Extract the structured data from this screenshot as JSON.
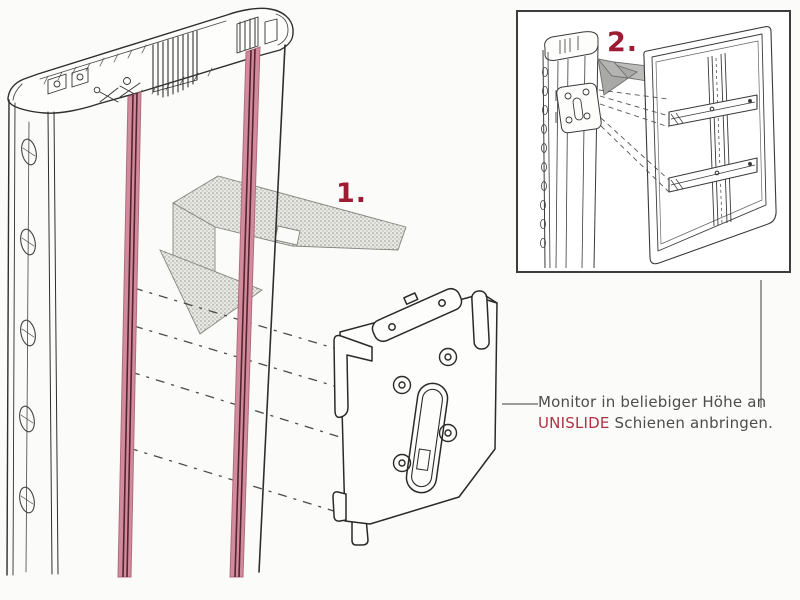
{
  "colors": {
    "accent_red": "#9e1c33",
    "brand_red": "#b03143",
    "text_gray": "#4d4d4d",
    "rail_highlight_pink": "#d28b9c",
    "rail_core_dark": "#54242f",
    "line_art": "#2e2e2e",
    "arrow_gray": "#b3b3b1",
    "background": "#fbfbf9"
  },
  "steps": [
    {
      "label": "1."
    },
    {
      "label": "2."
    }
  ],
  "caption": {
    "line1": "Monitor in beliebiger Höhe an",
    "brand": "UNISLIDE",
    "rest": " Schienen anbringen."
  }
}
